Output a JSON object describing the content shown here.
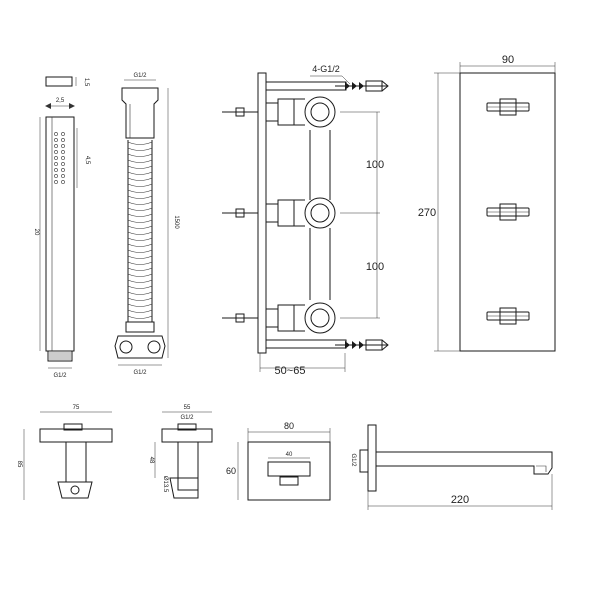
{
  "hand_shower": {
    "top_thickness": "1,5",
    "top_width": "2,5",
    "spray_len": "4,5",
    "length": "20",
    "bottom_thread": "G1/2"
  },
  "hose": {
    "top_thread": "G1/2",
    "length": "1500",
    "bottom_thread": "G1/2"
  },
  "valve": {
    "inlets": "4-G1/2",
    "spacing_1": "100",
    "spacing_2": "100",
    "depth": "50~65"
  },
  "plate": {
    "width": "90",
    "height": "270"
  },
  "wall_outlet_holder": {
    "width": "75",
    "height": "85"
  },
  "side_view": {
    "depth": "55",
    "thread": "G1/2",
    "dim_a": "48",
    "dim_b": "Ø13.5"
  },
  "spout_front": {
    "width": "80",
    "inner": "40",
    "height": "60"
  },
  "spout_side": {
    "thread": "G1/2",
    "length": "220"
  }
}
